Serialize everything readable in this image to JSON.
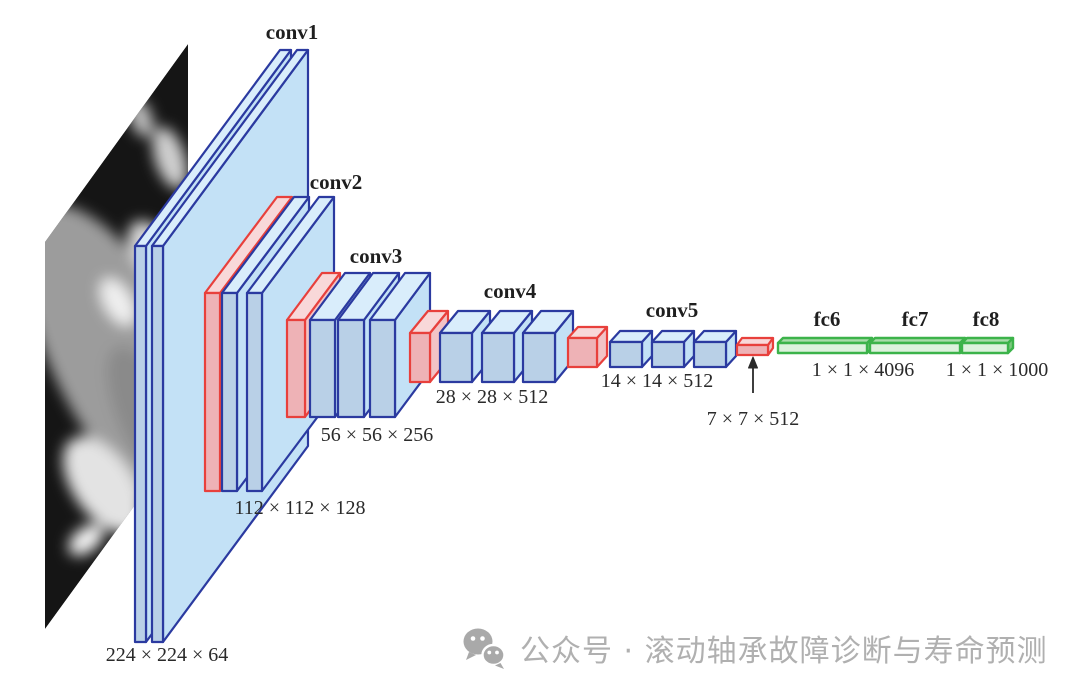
{
  "layers": {
    "conv1": {
      "label": "conv1",
      "dims": "224 × 224 × 64"
    },
    "conv2": {
      "label": "conv2",
      "dims": "112 × 112 × 128"
    },
    "conv3": {
      "label": "conv3",
      "dims": "56 × 56 × 256"
    },
    "conv4": {
      "label": "conv4",
      "dims": "28 × 28 × 512"
    },
    "conv5": {
      "label": "conv5",
      "dims": "14 × 14 × 512"
    },
    "pool5": {
      "dims": "7 × 7 × 512"
    },
    "fc6": {
      "label": "fc6",
      "dims": "1 × 1 × 4096"
    },
    "fc7": {
      "label": "fc7"
    },
    "fc8": {
      "label": "fc8",
      "dims": "1 × 1 × 1000"
    }
  },
  "structure": {
    "conv_blocks": [
      {
        "name": "conv1",
        "conv_layers": 2,
        "preceded_by_pool": false
      },
      {
        "name": "conv2",
        "conv_layers": 2,
        "preceded_by_pool": true
      },
      {
        "name": "conv3",
        "conv_layers": 3,
        "preceded_by_pool": true
      },
      {
        "name": "conv4",
        "conv_layers": 3,
        "preceded_by_pool": true
      },
      {
        "name": "conv5",
        "conv_layers": 3,
        "preceded_by_pool": true
      }
    ],
    "final_pool": "pool5",
    "fc_layers": [
      "fc6",
      "fc7",
      "fc8"
    ]
  },
  "palette": {
    "conv_front": "#b9d0e7",
    "conv_top": "#d9edfb",
    "conv_side": "#c3e1f6",
    "conv_stroke": "#2b3aa0",
    "pool_front": "#eeb2b6",
    "pool_top": "#f8d8d9",
    "pool_side": "#f2c3c6",
    "pool_stroke": "#e8403c",
    "fc_front": "#ddf2dd",
    "fc_top": "#a9dcaa",
    "fc_side": "#7cc87e",
    "fc_stroke": "#3cb34a",
    "text": "#1f1f1f",
    "arrow": "#2a2a2a",
    "watermark": "#b0b0b0"
  },
  "watermark": {
    "icon": "wechat-icon",
    "text": "公众号 · 滚动轴承故障诊断与寿命预测"
  }
}
